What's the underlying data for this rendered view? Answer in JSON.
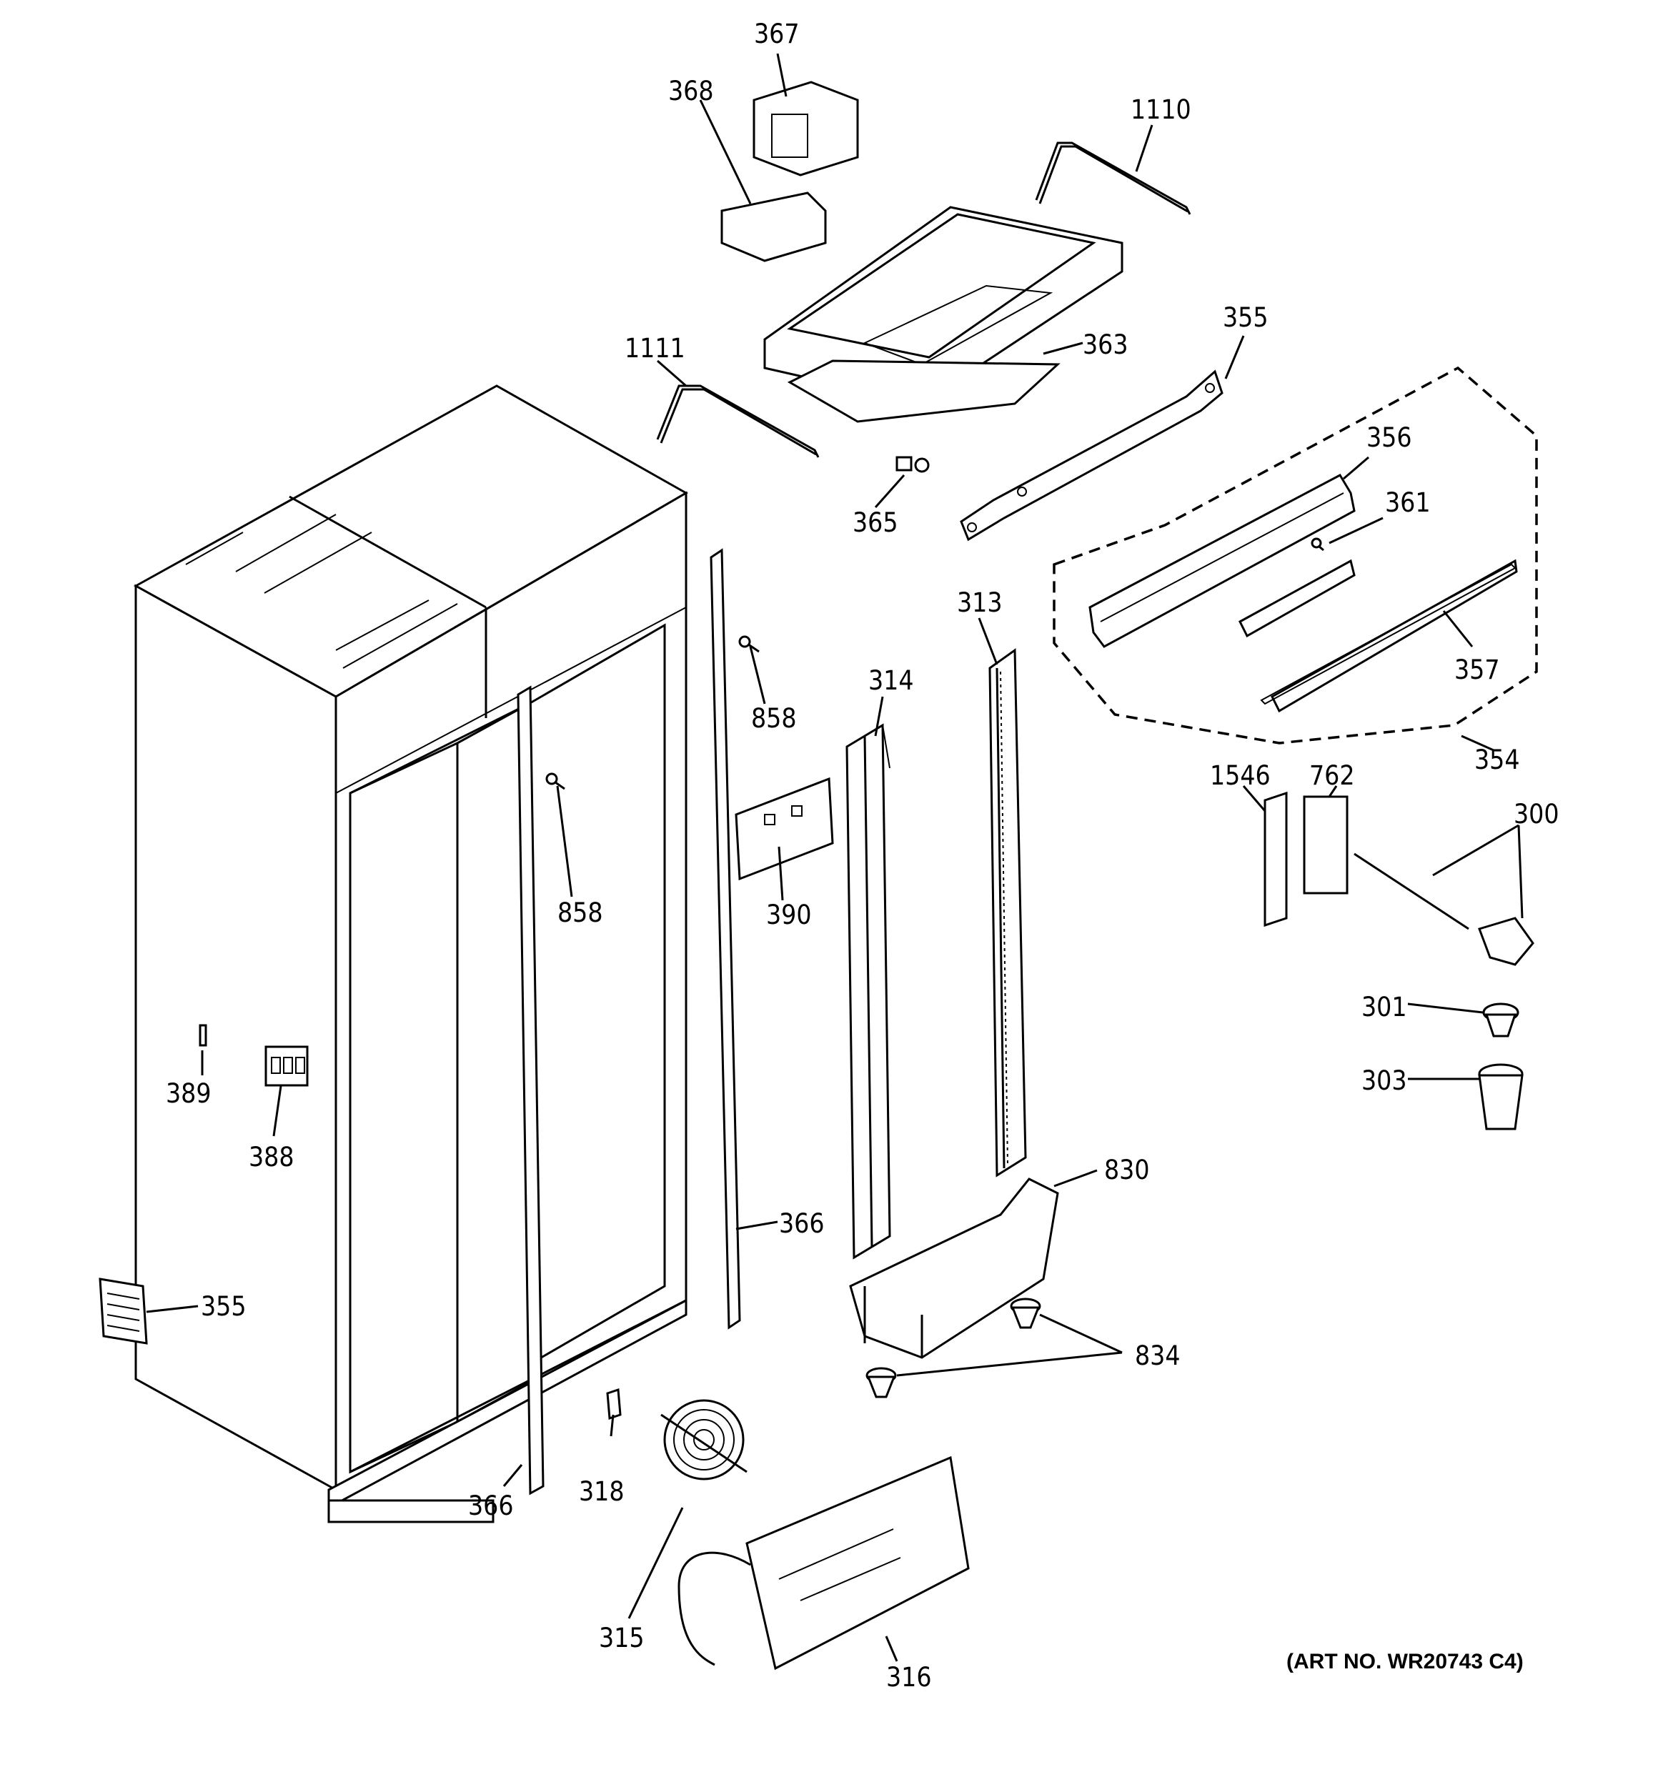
{
  "callouts": {
    "c367": "367",
    "c368": "368",
    "c1110": "1110",
    "c1111": "1111",
    "c363": "363",
    "c355_top": "355",
    "c356": "356",
    "c361": "361",
    "c365": "365",
    "c313": "313",
    "c314": "314",
    "c357": "357",
    "c354": "354",
    "c858_right": "858",
    "c858_left": "858",
    "c390": "390",
    "c1546": "1546",
    "c762": "762",
    "c300": "300",
    "c301": "301",
    "c303": "303",
    "c389": "389",
    "c388": "388",
    "c830": "830",
    "c366_right": "366",
    "c355_bottom": "355",
    "c834": "834",
    "c318": "318",
    "c366_left": "366",
    "c315": "315",
    "c316": "316"
  },
  "art_number": "(ART NO. WR20743 C4)"
}
